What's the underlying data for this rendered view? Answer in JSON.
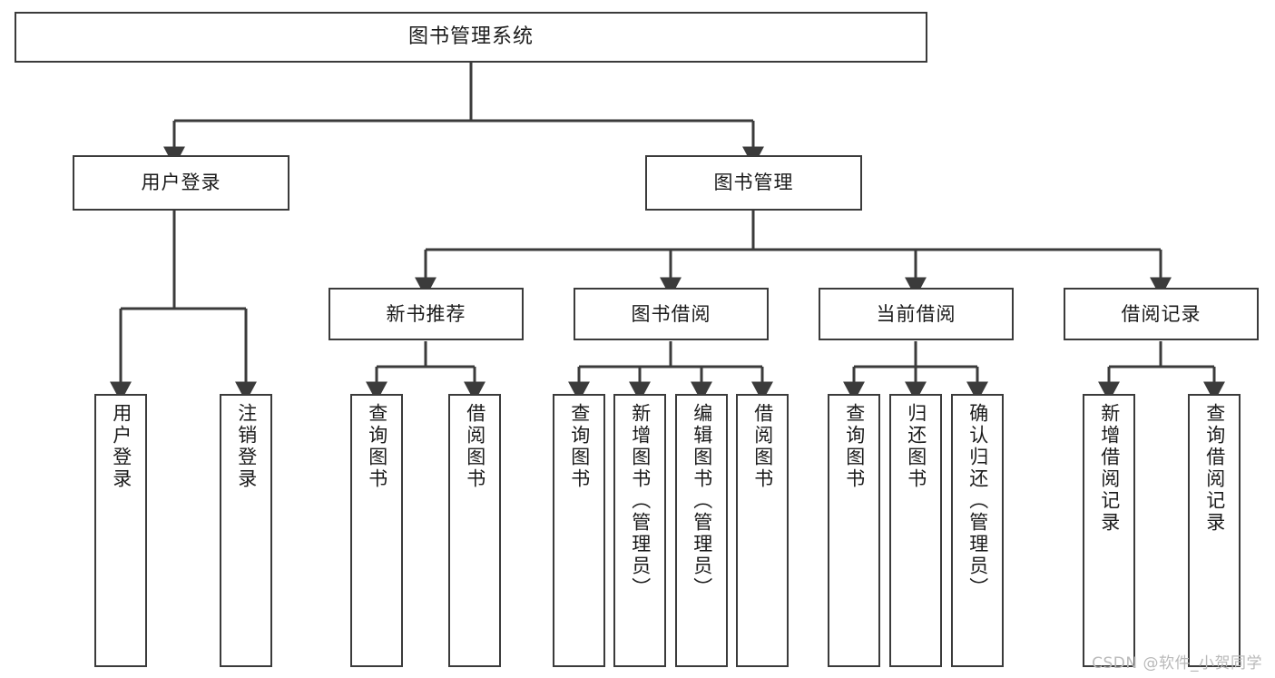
{
  "diagram": {
    "title": "图书管理系统",
    "root": {
      "label": "图书管理系统"
    },
    "level2": [
      {
        "label": "用户登录"
      },
      {
        "label": "图书管理"
      }
    ],
    "level3": [
      {
        "label": "新书推荐"
      },
      {
        "label": "图书借阅"
      },
      {
        "label": "当前借阅"
      },
      {
        "label": "借阅记录"
      }
    ],
    "leaves": [
      {
        "label": "用户登录"
      },
      {
        "label": "注销登录"
      },
      {
        "label": "查询图书"
      },
      {
        "label": "借阅图书"
      },
      {
        "label": "查询图书"
      },
      {
        "label": "新增图书（管理员）"
      },
      {
        "label": "编辑图书（管理员）"
      },
      {
        "label": "借阅图书"
      },
      {
        "label": "查询图书"
      },
      {
        "label": "归还图书"
      },
      {
        "label": "确认归还（管理员）"
      },
      {
        "label": "新增借阅记录"
      },
      {
        "label": "查询借阅记录"
      }
    ]
  },
  "watermark": {
    "text": "CSDN @软件_小贺同学"
  },
  "colors": {
    "stroke": "#3b3b3b",
    "text": "#1b1b1b",
    "background": "#ffffff",
    "watermark": "#b9b9b9"
  }
}
